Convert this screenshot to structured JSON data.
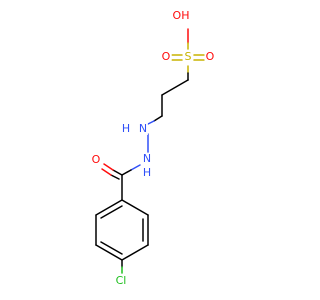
{
  "colors": {
    "carbon_bond": "#000000",
    "nitrogen": "#3050f8",
    "oxygen": "#ff0d0d",
    "sulfur": "#c8b400",
    "chlorine": "#1fbf1f"
  },
  "atoms": {
    "oh": "OH",
    "s": "S",
    "o_sulfonyl_left": "O",
    "o_sulfonyl_right": "O",
    "nh_upper": "N",
    "h_upper": "H",
    "nh_lower": "N",
    "h_lower": "H",
    "o_carbonyl": "O",
    "cl": "Cl"
  }
}
